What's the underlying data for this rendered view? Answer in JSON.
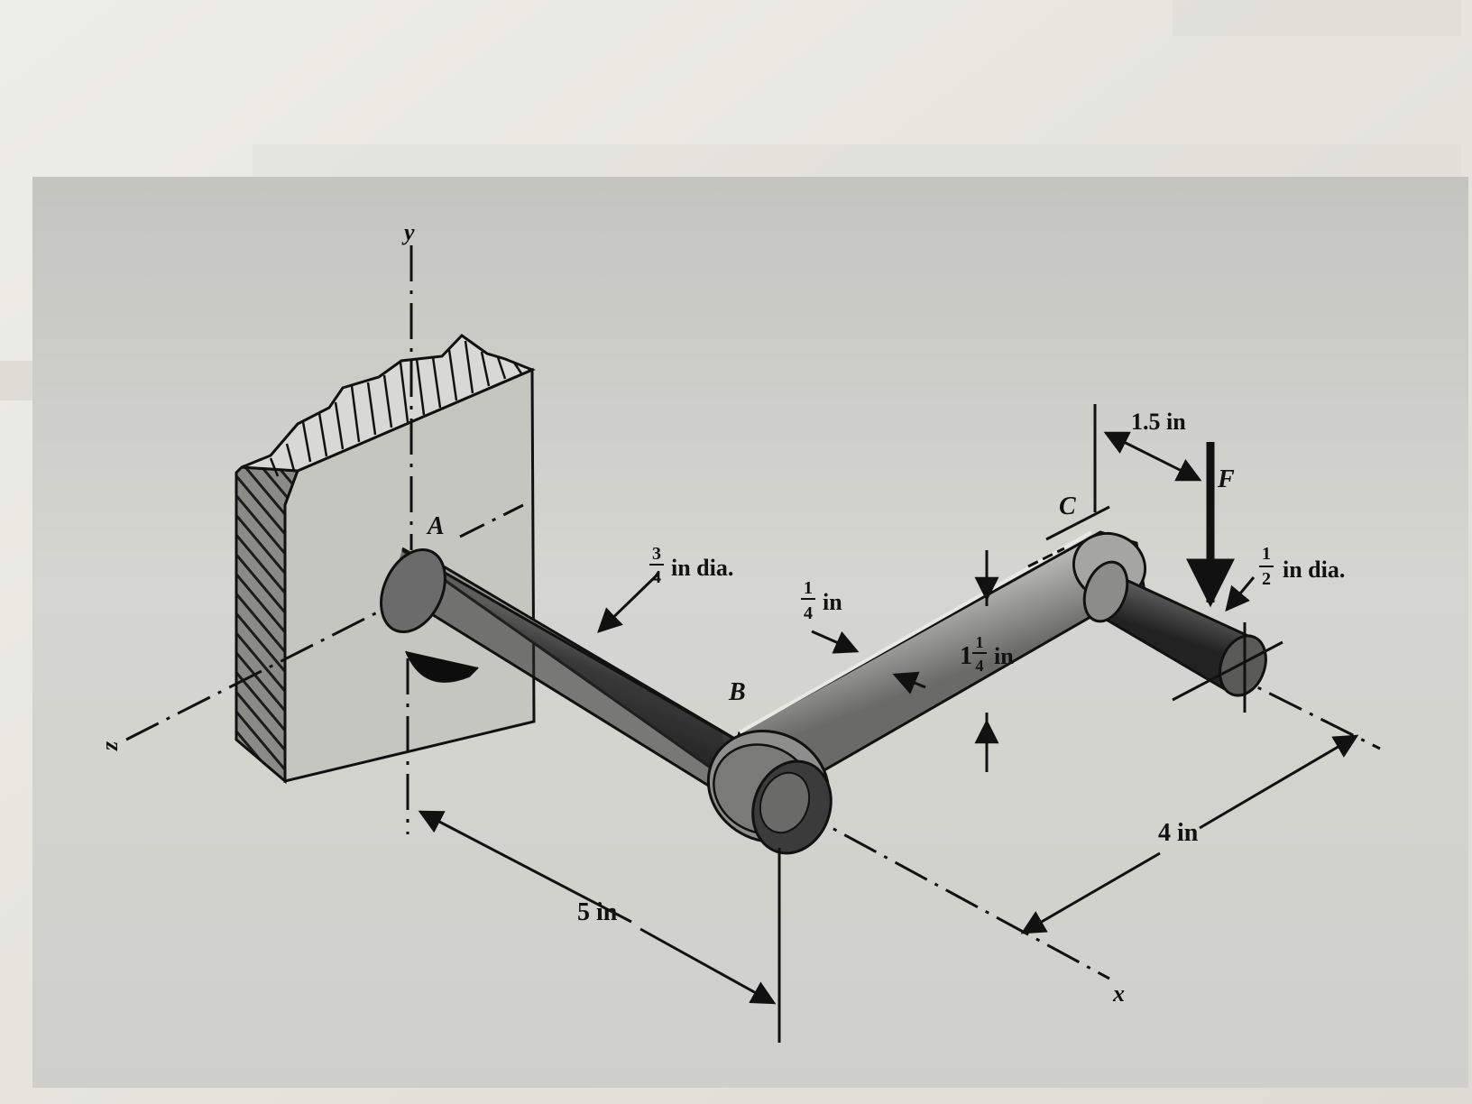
{
  "figure": {
    "axes": {
      "y": "y",
      "z": "z",
      "x": "x"
    },
    "points": {
      "A": "A",
      "B": "B",
      "C": "C"
    },
    "force": "F",
    "dims": {
      "shaft_ab_dia": {
        "num": "3",
        "den": "4",
        "unit": "in dia."
      },
      "crank_thickness": {
        "num": "1",
        "den": "4",
        "unit": "in"
      },
      "crank_width": {
        "whole": "1",
        "num": "1",
        "den": "4",
        "unit": "in"
      },
      "pin_dia": {
        "num": "1",
        "den": "2",
        "unit": "in dia."
      },
      "offset": "1.5 in",
      "length_ab": "5 in",
      "length_bc": "4 in"
    }
  }
}
